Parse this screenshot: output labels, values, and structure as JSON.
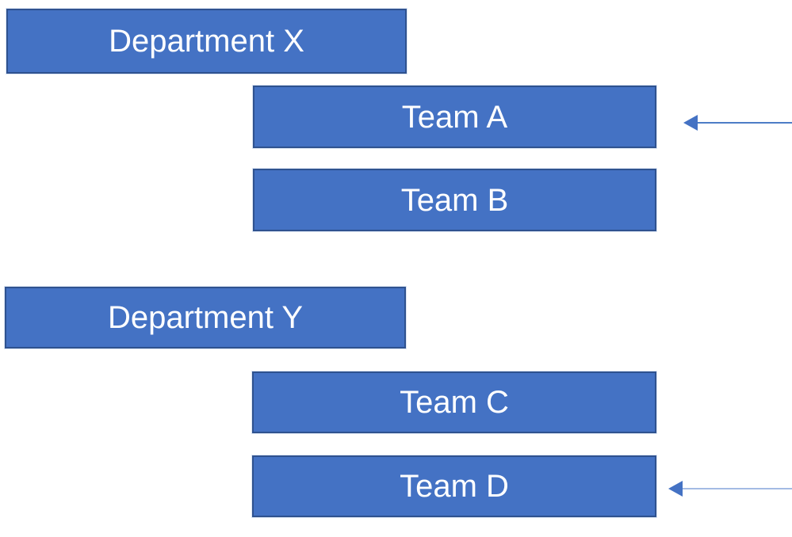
{
  "diagram": {
    "type": "org-structure-diagram",
    "nodes": [
      {
        "id": "dept-x",
        "label": "Department X",
        "level": "department"
      },
      {
        "id": "team-a",
        "label": "Team A",
        "level": "team",
        "parent": "Department X"
      },
      {
        "id": "team-b",
        "label": "Team B",
        "level": "team",
        "parent": "Department X"
      },
      {
        "id": "dept-y",
        "label": "Department Y",
        "level": "department"
      },
      {
        "id": "team-c",
        "label": "Team C",
        "level": "team",
        "parent": "Department Y"
      },
      {
        "id": "team-d",
        "label": "Team D",
        "level": "team",
        "parent": "Department Y"
      }
    ],
    "arrows": [
      {
        "id": "arrow-team-a",
        "points_to": "Team A",
        "direction": "left",
        "from": "right-edge"
      },
      {
        "id": "arrow-team-d",
        "points_to": "Team D",
        "direction": "left",
        "from": "right-edge"
      }
    ],
    "colors": {
      "background": "#ffffff",
      "box_fill": "#4472c4",
      "box_border": "#2f528f",
      "box_text": "#ffffff",
      "arrow_head": "#4472c4",
      "arrow_line_a": "#4d7dc6",
      "arrow_line_d": "#a4bbe4"
    }
  }
}
